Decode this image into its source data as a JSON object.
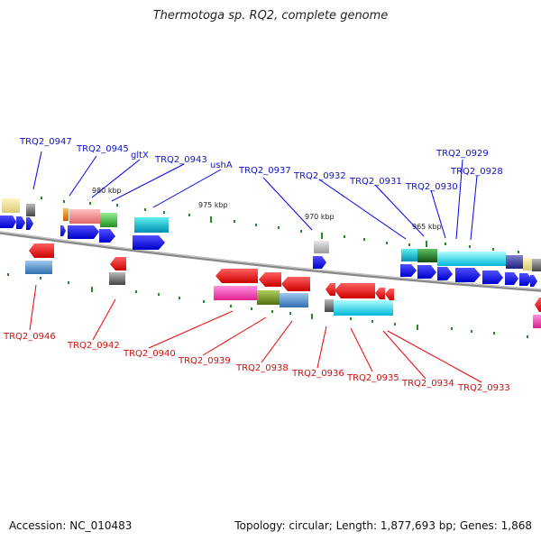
{
  "title": "Thermotoga sp. RQ2, complete genome",
  "footer": {
    "accession": "Accession: NC_010483",
    "topology": "Topology: circular; Length: 1,877,693 bp; Genes: 1,868"
  },
  "colors": {
    "forward_gene": "#0000ee",
    "reverse_gene": "#ee0000",
    "forward_label": "#1010cc",
    "reverse_label": "#cc1010",
    "backbone": "#888888",
    "tick": "#228b22"
  },
  "scale_labels": [
    "980 kbp",
    "975 kbp",
    "970 kbp",
    "965 kbp"
  ],
  "forward_labels": [
    "TRQ2_0947",
    "TRQ2_0945",
    "gltX",
    "TRQ2_0943",
    "ushA",
    "TRQ2_0937",
    "TRQ2_0932",
    "TRQ2_0931",
    "TRQ2_0930",
    "TRQ2_0929",
    "TRQ2_0928"
  ],
  "reverse_labels": [
    "TRQ2_0946",
    "TRQ2_0942",
    "TRQ2_0940",
    "TRQ2_0939",
    "TRQ2_0938",
    "TRQ2_0936",
    "TRQ2_0935",
    "TRQ2_0934",
    "TRQ2_0933"
  ]
}
